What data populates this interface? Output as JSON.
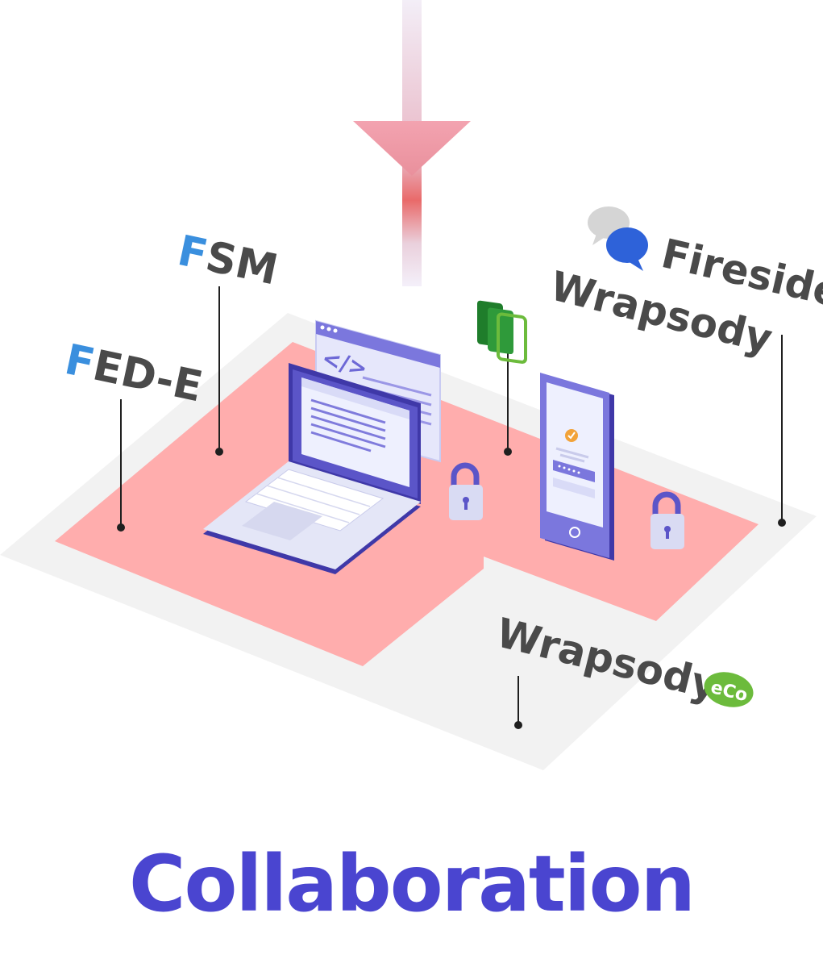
{
  "labels": {
    "fsm_initial": "F",
    "fsm_rest": "SM",
    "fede_initial": "F",
    "fede_rest": "ED-E",
    "wrapsody": "Wrapsody",
    "fireside": "Fireside",
    "wrapsody_eco": "Wrapsody",
    "eco_badge": "eCo",
    "code_glyph": "</>"
  },
  "title": "Collaboration",
  "colors": {
    "accent_blue": "#3a8fde",
    "label_gray": "#4a4a4a",
    "title_purple": "#4a45d0",
    "platform_pink": "#ffadad",
    "platform_gray": "#f2f2f2",
    "device_purple": "#5b55c8",
    "arrow_red": "#e96a6a",
    "wrapsody_green": "#2f9a3a",
    "eco_green": "#6cbb3c",
    "fireside_blue": "#2e62d9"
  },
  "icons": [
    "fireside-chat-icon",
    "wrapsody-docs-icon",
    "padlock-icon",
    "check-icon"
  ]
}
